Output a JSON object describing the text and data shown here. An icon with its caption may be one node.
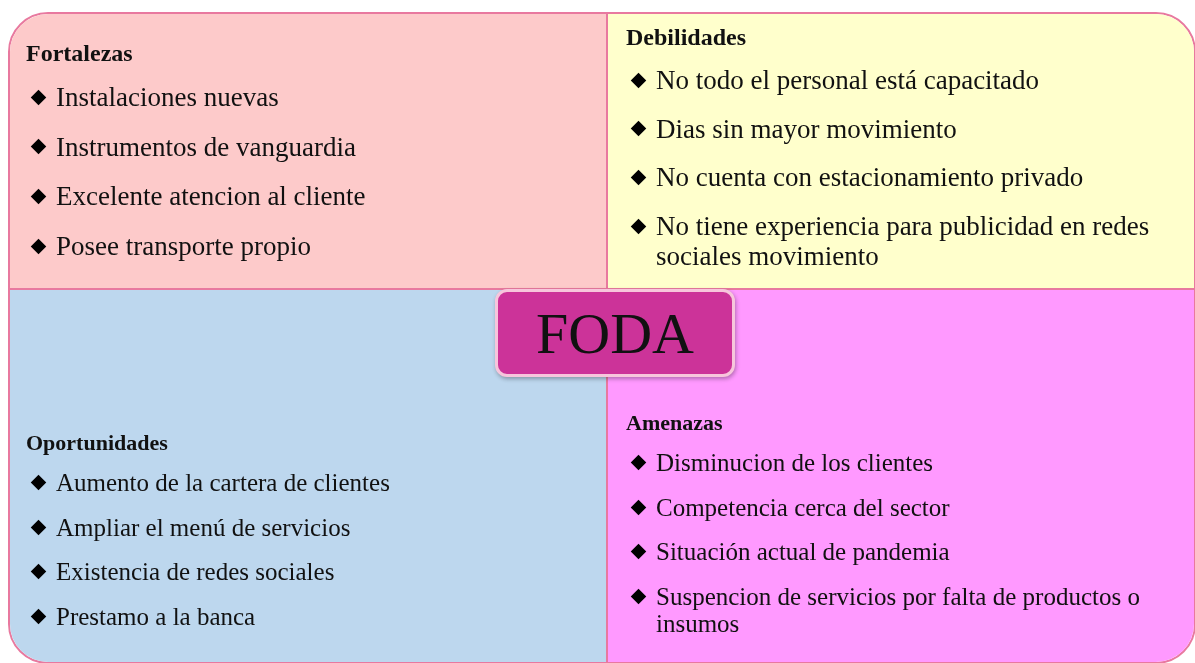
{
  "diagram": {
    "nodes": [
      {
        "text": [
          "Fortalezas",
          "Instalaciones nuevas",
          "Instrumentos de vanguardia",
          "Excelente atencion al cliente",
          "Posee transporte propio"
        ]
      },
      {
        "text": [
          "Debilidades",
          "No todo el personal está capacitado",
          "Dias sin mayor movimiento",
          "No cuenta con estacionamiento privado",
          "No tiene experiencia para publicidad en redes sociales movimiento"
        ]
      },
      {
        "text": [
          "FODA"
        ]
      },
      {
        "text": [
          "Oportunidades",
          "Aumento de la cartera de clientes",
          "Ampliar el menú de servicios",
          "Existencia de redes sociales",
          "Prestamo a la banca"
        ]
      },
      {
        "text": [
          "Amenazas",
          "Disminucion de los clientes",
          "Competencia cerca del sector",
          "Situación actual de pandemia",
          "Suspencion de servicios por falta de productos o insumos"
        ]
      }
    ]
  }
}
